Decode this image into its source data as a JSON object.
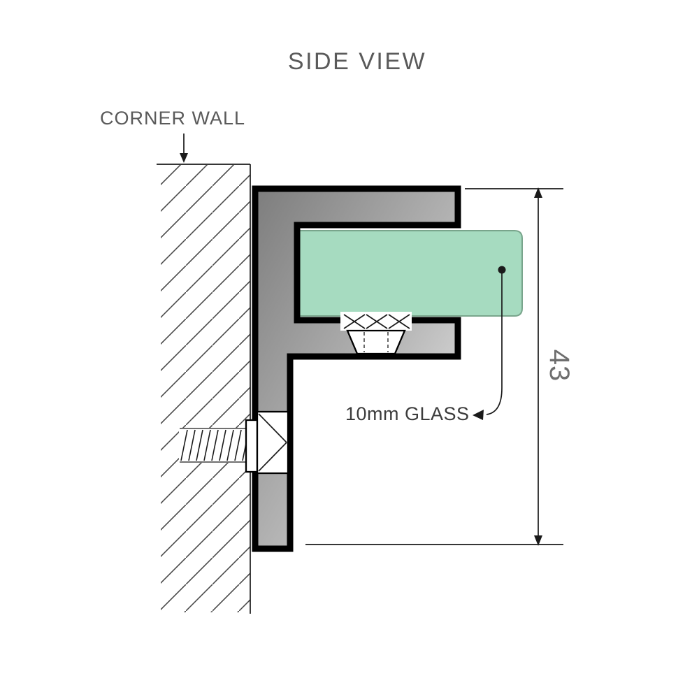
{
  "title": "SIDE VIEW",
  "labels": {
    "wall": "CORNER WALL",
    "glass": "10mm GLASS"
  },
  "dimension": {
    "height": "43"
  },
  "colors": {
    "heading_text": "#5a5a5a",
    "label_text": "#3c3c3c",
    "dimension_text": "#6e6e6e",
    "line": "#1a1a1a",
    "outline": "#000000",
    "glass_fill": "#a6dbc0",
    "glass_stroke": "#79a58c",
    "bracket_dark": "#7d7d7d",
    "bracket_mid": "#b5b5b5",
    "bracket_light": "#efefef",
    "hatch": "#4a4a4a"
  }
}
